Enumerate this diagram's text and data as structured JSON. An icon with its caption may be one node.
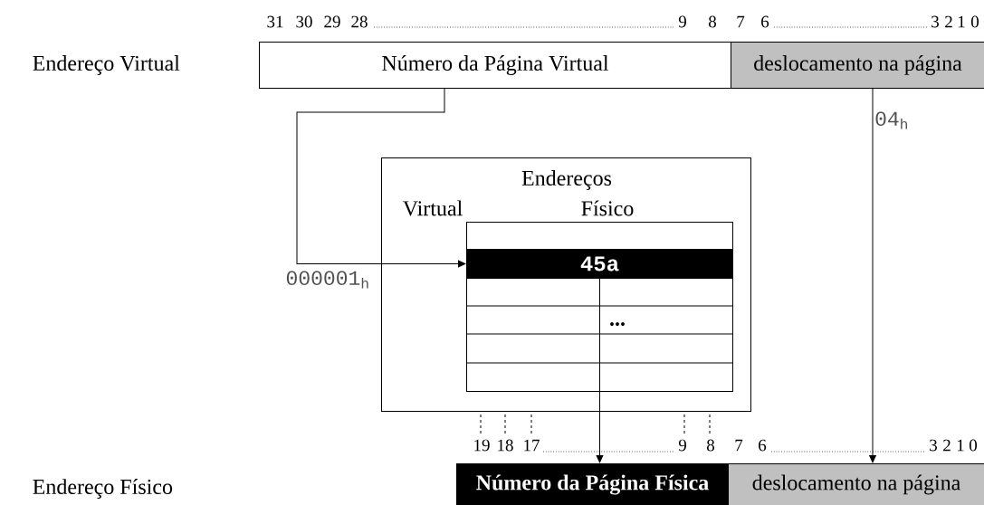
{
  "diagram": {
    "nodes": [
      {
        "text": [
          "Número da Página Virtual"
        ]
      },
      {
        "text": [
          "deslocamento na página"
        ]
      },
      {
        "text": [
          "Endereços",
          "Virtual",
          "Físico"
        ]
      },
      {
        "text": [],
        "shape": "box",
        "in": 2
      },
      {
        "text": [
          "45a"
        ],
        "in": 3
      },
      {
        "text": [
          "Número da Página Física"
        ]
      },
      {
        "text": [
          "deslocamento na página"
        ]
      }
    ],
    "edges": [
      {
        "from": 0,
        "to": 4,
        "arrow": "to",
        "label": "000001$_{h}$"
      },
      {
        "from": 1,
        "to": 6,
        "arrow": "to",
        "label": "04$_{h}$"
      },
      {
        "from": 4,
        "to": 5,
        "arrow": "to"
      }
    ],
    "labels": [
      "31",
      "30",
      "29",
      "28",
      "9",
      "8",
      "7",
      "6",
      "3",
      "2",
      "1",
      "0",
      "Endereço Virtual",
      "...",
      "19",
      "18",
      "17",
      "9",
      "8",
      "7",
      "6",
      "3",
      "2",
      "1",
      "0",
      "Endereço Físico"
    ]
  }
}
